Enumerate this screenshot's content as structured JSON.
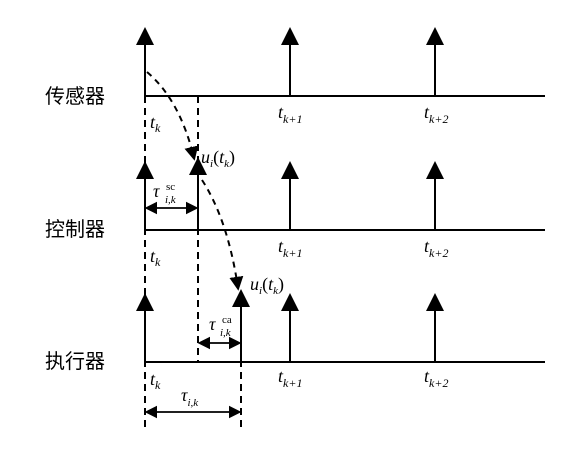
{
  "rows": [
    {
      "label": "传感器"
    },
    {
      "label": "控制器"
    },
    {
      "label": "执行器"
    }
  ],
  "time_labels": {
    "t": "t",
    "k": "k",
    "k_plus_1": "k+1",
    "k_plus_2": "k+2"
  },
  "signal_label": {
    "u": "u",
    "i": "i",
    "open": "(",
    "t": "t",
    "k": "k",
    "close": ")"
  },
  "delays": {
    "tau": "τ",
    "sub": "i,k",
    "sc": "sc",
    "ca": "ca"
  }
}
